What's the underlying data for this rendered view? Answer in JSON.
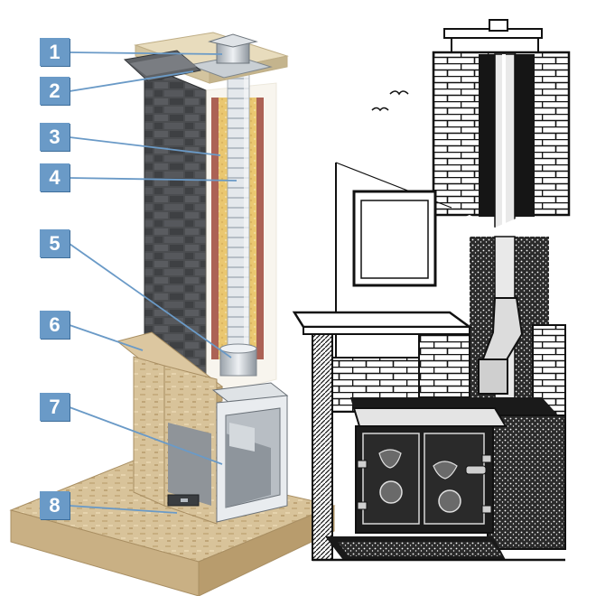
{
  "callouts": [
    {
      "number": "1"
    },
    {
      "number": "2"
    },
    {
      "number": "3"
    },
    {
      "number": "4"
    },
    {
      "number": "5"
    },
    {
      "number": "6"
    },
    {
      "number": "7"
    },
    {
      "number": "8"
    }
  ],
  "colors": {
    "callout_fill": "#6a9ac7",
    "leader_line": "#6a9ac7",
    "stone_wall": "#4a4c4f",
    "insulation": "#e8b43a",
    "firebrick_red": "#8e1c14",
    "flue_steel": "#d9dee3",
    "plywood": "#d7c097"
  }
}
